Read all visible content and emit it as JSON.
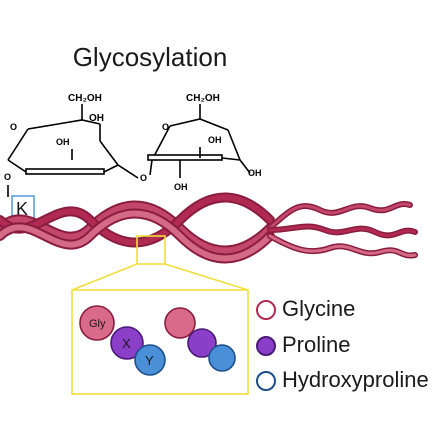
{
  "title": "Glycosylation",
  "sugar1": {
    "ch2oh": "CH₂OH",
    "ring_o": "O",
    "oh_top": "OH",
    "oh_left": "OH",
    "link_o": "O",
    "attach_o": "O"
  },
  "sugar2": {
    "ch2oh": "CH₂OH",
    "ring_o": "O",
    "oh_left": "OH",
    "oh_right": "OH",
    "oh_bottom": "OH"
  },
  "residue_label": "K",
  "zoom_beads": [
    "Gly",
    "X",
    "Y"
  ],
  "legend": [
    {
      "label": "Glycine",
      "color": "#ffffff"
    },
    {
      "label": "Proline",
      "color": "#8b3fc8"
    },
    {
      "label": "Hydroxyproline",
      "color": "#ffffff"
    }
  ],
  "colors": {
    "helix": "#b02a52",
    "helix_light": "#d46a86",
    "zoom_box": "#f2de3a",
    "gly_bead": "#d96a8a",
    "x_bead": "#8b3fc8",
    "y_bead": "#4a90d8",
    "residue_box": "#5aa0e0"
  }
}
